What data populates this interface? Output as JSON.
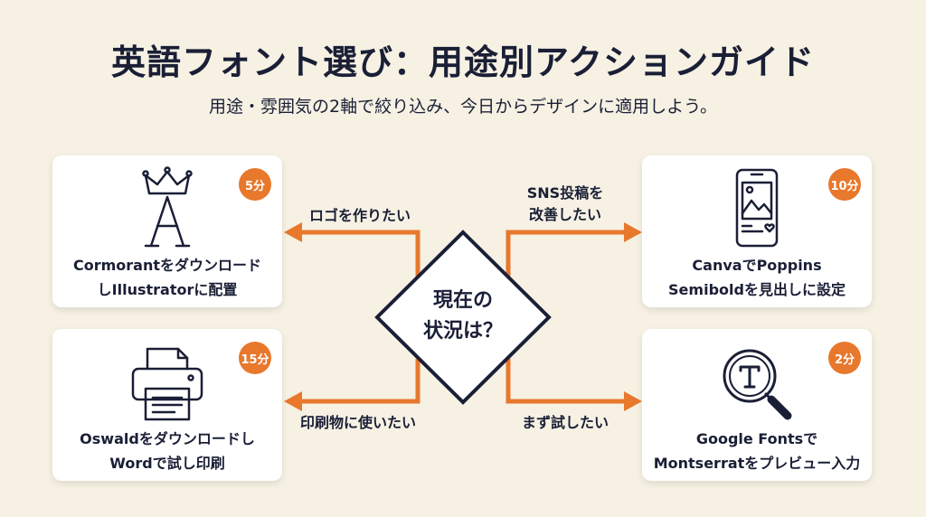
{
  "header": {
    "title": "英語フォント選び：用途別アクションガイド",
    "subtitle": "用途・雰囲気の2軸で絞り込み、今日からデザインに適用しよう。"
  },
  "center": {
    "line1": "現在の",
    "line2": "状況は？"
  },
  "branches": [
    {
      "label_line1": "ロゴを作りたい",
      "label_line2": ""
    },
    {
      "label_line1": "SNS投稿を",
      "label_line2": "改善したい"
    },
    {
      "label_line1": "印刷物に使いたい",
      "label_line2": ""
    },
    {
      "label_line1": "まず試したい",
      "label_line2": ""
    }
  ],
  "cards": [
    {
      "icon": "crown-letter-a-icon",
      "time": "5分",
      "line1": "Cormorantをダウンロード",
      "line2": "しIllustratorに配置"
    },
    {
      "icon": "smartphone-image-icon",
      "time": "10分",
      "line1": "CanvaでPoppins",
      "line2": "Semiboldを見出しに設定"
    },
    {
      "icon": "printer-icon",
      "time": "15分",
      "line1": "Oswaldをダウンロードし",
      "line2": "Wordで試し印刷"
    },
    {
      "icon": "magnifier-letter-t-icon",
      "time": "2分",
      "line1": "Google Fontsで",
      "line2": "Montserratをプレビュー入力"
    }
  ],
  "colors": {
    "background": "#f6f1e3",
    "accent": "#e8782c",
    "ink": "#1a1f36"
  }
}
